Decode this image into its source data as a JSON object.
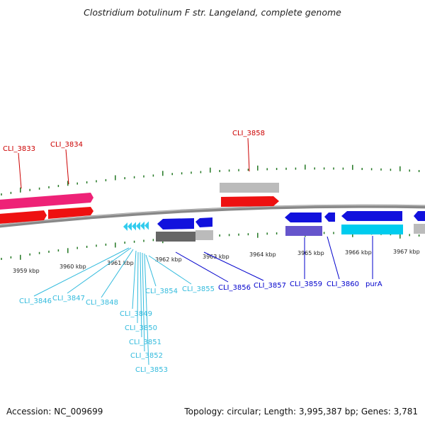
{
  "title": "Clostridium botulinum F str. Langeland, complete genome",
  "footer": {
    "accession": "Accession: NC_009699",
    "topology": "Topology: circular; Length: 3,995,387 bp; Genes: 3,781"
  },
  "colors": {
    "label_red": "#cc0000",
    "label_cyan": "#33bbdd",
    "label_blue": "#0000cc",
    "tick_green": "#227722",
    "backbone": "#888888"
  },
  "kbp_ticks": [
    "3959 kbp",
    "3960 kbp",
    "3961 kbp",
    "3962 kbp",
    "3963 kbp",
    "3964 kbp",
    "3965 kbp",
    "3966 kbp",
    "3967 kbp"
  ],
  "gene_labels": {
    "top_red": [
      "CLI_3833",
      "CLI_3834",
      "CLI_3858"
    ],
    "bottom_cyan": [
      "CLI_3846",
      "CLI_3847",
      "CLI_3848",
      "CLI_3849",
      "CLI_3850",
      "CLI_3851",
      "CLI_3852",
      "CLI_3853",
      "CLI_3854",
      "CLI_3855"
    ],
    "bottom_blue": [
      "CLI_3856",
      "CLI_3857",
      "CLI_3859",
      "CLI_3860",
      "purA"
    ]
  }
}
